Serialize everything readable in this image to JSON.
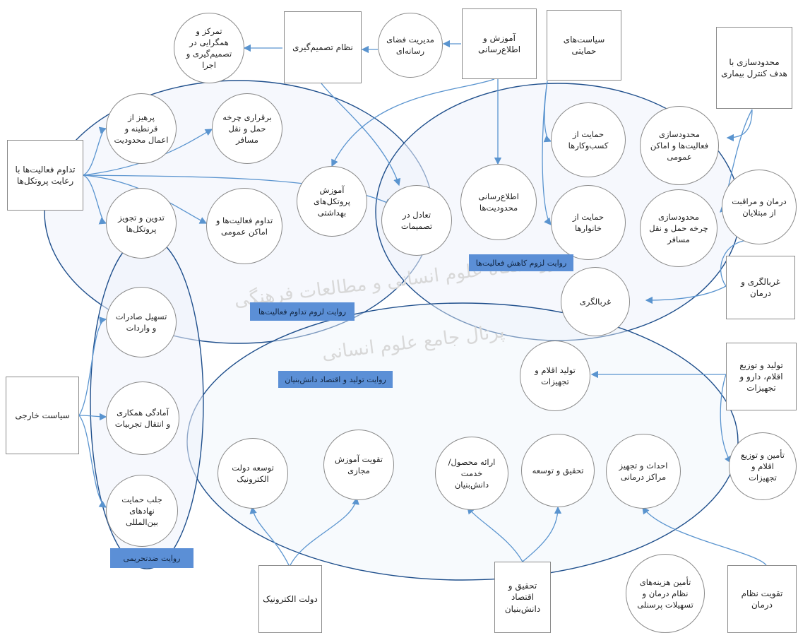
{
  "boxes": {
    "tadavom_ba_protocol": "تداوم فعالیت‌ها با رعایت پروتکل‌ها",
    "siasat_khareji": "سیاست خارجی",
    "nezam_tasmim": "نظام تصمیم‌گیری",
    "amoozesh_etela": "آموزش و اطلاع‌رسانی",
    "siasat_hemayati": "سیاست‌های حمایتی",
    "mahdood_bimari": "محدودسازی با هدف کنترل بیماری",
    "gharbalgari_darman": "غربالگری و درمان",
    "tolid_tozi_aghlam": "تولید و توزیع اقلام، دارو و تجهیزات",
    "dolat_electronic": "دولت الکترونیک",
    "tahghigh_eghtesad": "تحقیق و اقتصاد دانش‌بنیان",
    "taghviat_nezam_darman": "تقویت نظام درمان"
  },
  "circles": {
    "tamarkoz": "تمرکز و همگرایی در تصمیم‌گیری و اجرا",
    "modiriat_faza": "مدیریت فضای رسانه‌ای",
    "parhiz_gharantine": "پرهیز از قرنطینه و اعمال محدودیت",
    "bargharari_haml": "برقراری چرخه حمل و نقل مسافر",
    "tadvin_protocol": "تدوین و تجویز پروتکل‌ها",
    "tadavom_amaken": "تداوم فعالیت‌ها و اماکن عمومی",
    "amoozesh_protocol": "آموزش پروتکل‌های بهداشتی",
    "tadol_tasmimat": "تعادل در تصمیمات",
    "etela_mahdoodiat": "اطلاع‌رسانی محدودیت‌ها",
    "hemayat_kasbokar": "حمایت از کسب‌وکارها",
    "hemayat_khanevar": "حمایت از خانوارها",
    "mahdood_faaliat": "محدودسازی فعالیت‌ها و اماکن عمومی",
    "mahdood_haml": "محدودسازی چرخه حمل و نقل مسافر",
    "darman_mobtalayan": "درمان و مراقبت از مبتلایان",
    "gharbalgari": "غربالگری",
    "tashil_saderat": "تسهیل صادرات و واردات",
    "amadegi_hamkari": "آمادگی همکاری و انتقال تجربیات",
    "jalb_hemayat": "جلب حمایت نهادهای بین‌المللی",
    "tolid_aghlam": "تولید اقلام و تجهیزات",
    "tamin_tozi": "تأمین و توزیع اقلام و تجهیزات",
    "tosee_dolat": "توسعه دولت الکترونیک",
    "taghviat_amoozesh": "تقویت آموزش مجازی",
    "eraee_mahsool": "ارائه محصول/ خدمت دانش‌بنیان",
    "tahghigh_tosee": "تحقیق و توسعه",
    "ehdas_marakez": "احداث و تجهیز مراکز درمانی",
    "tamin_hazineh": "تأمین هزینه‌های نظام درمان و تسهیلات پرسنلی"
  },
  "tags": {
    "revayat_tadavom": "روایت لزوم تداوم فعالیت‌ها",
    "revayat_kahesh": "روایت لزوم کاهش فعالیت‌ها",
    "revayat_tolid": "روایت تولید و اقتصاد دانش‌بنیان",
    "revayat_zedtahrimi": "روایت ضدتحریمی"
  },
  "watermark": {
    "line1": "پژوهشگاه علوم انسانی و مطالعات فرهنگی",
    "line2": "پرتال جامع علوم انسانی"
  },
  "colors": {
    "ellipse_fill": "#eef3fb",
    "ellipse_stroke": "#1f4f8c",
    "arrow": "#5a94cf",
    "tag_fill": "#5b8fd6"
  }
}
